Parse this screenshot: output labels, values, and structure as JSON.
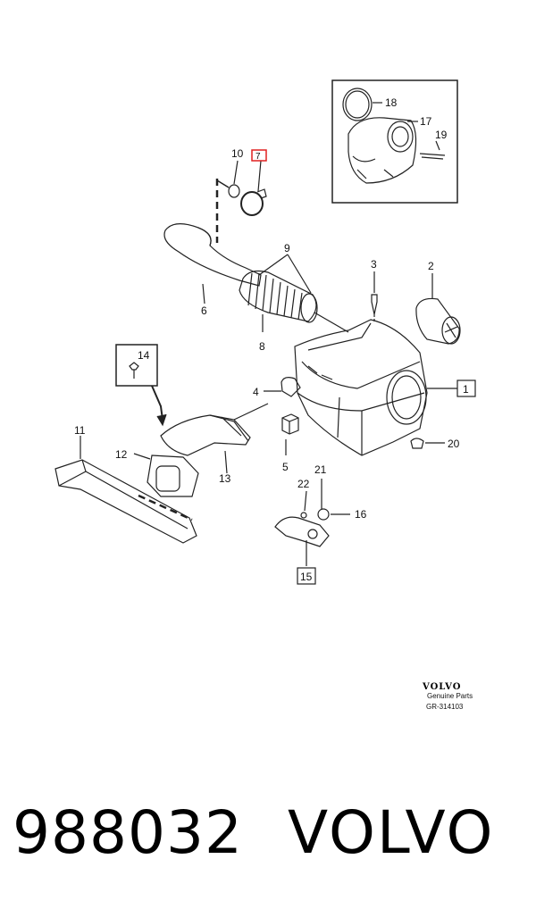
{
  "callouts": {
    "c1": "1",
    "c2": "2",
    "c3": "3",
    "c4": "4",
    "c5": "5",
    "c6": "6",
    "c7": "7",
    "c8": "8",
    "c9": "9",
    "c10": "10",
    "c11": "11",
    "c12": "12",
    "c13": "13",
    "c14": "14",
    "c15": "15",
    "c16": "16",
    "c17": "17",
    "c18": "18",
    "c19": "19",
    "c20": "20",
    "c21": "21",
    "c22": "22"
  },
  "highlight_color": "#e02020",
  "logo": {
    "brand": "VOLVO",
    "subtitle": "Genuine Parts",
    "ref": "GR-314103"
  },
  "footer": {
    "part_number": "988032",
    "brand": "VOLVO"
  }
}
